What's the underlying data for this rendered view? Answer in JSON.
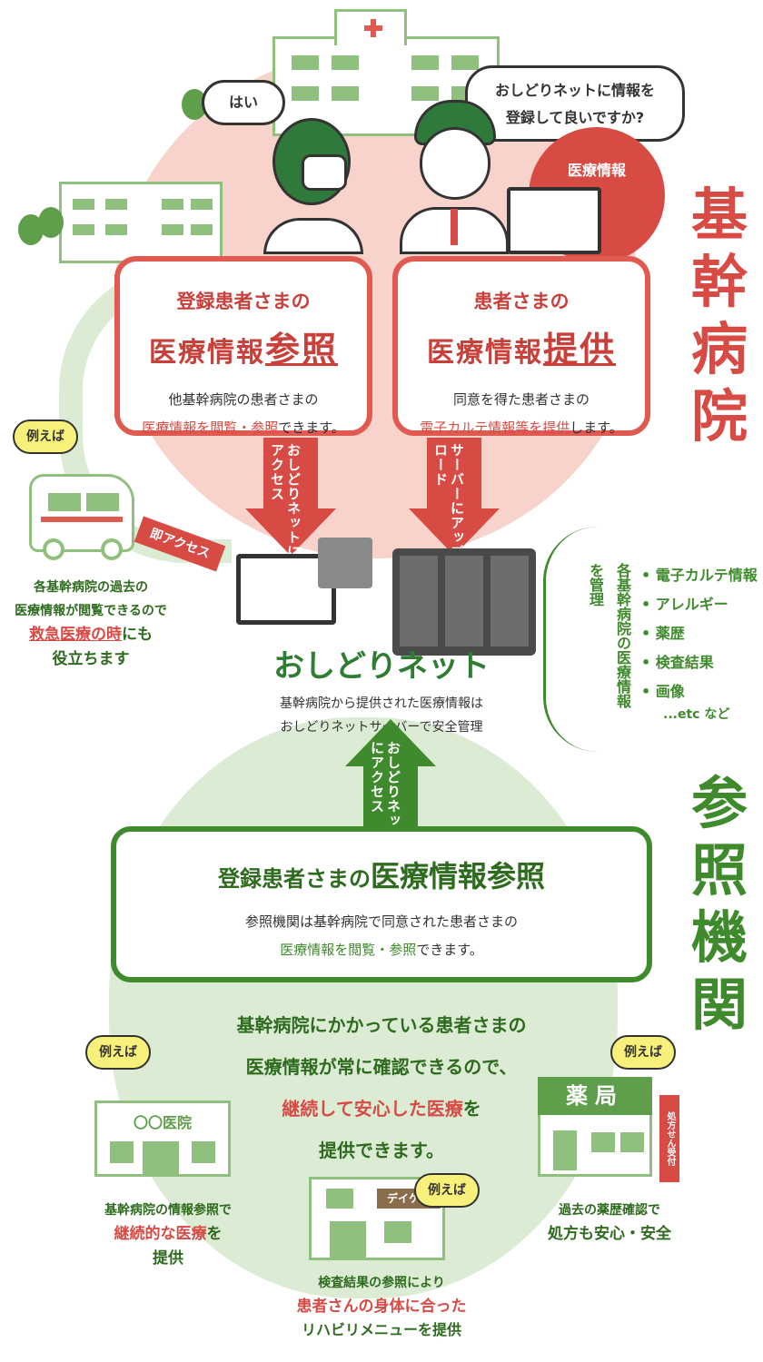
{
  "titles": {
    "core_hospital": "基幹病院",
    "reference_org": "参照機関"
  },
  "speech": {
    "nurse": "はい",
    "doctor_line1": "おしどりネットに情報を",
    "doctor_line2": "登録して良いですか?"
  },
  "medical_info_badge": "医療情報",
  "box_left": {
    "line1": "登録患者さまの",
    "line2_plain": "医療情報",
    "line2_emph": "参照",
    "desc1": "他基幹病院の患者さまの",
    "desc2_red": "医療情報を閲覧・参照",
    "desc2_rest": "できます。"
  },
  "box_right": {
    "line1": "患者さまの",
    "line2_plain": "医療情報",
    "line2_emph": "提供",
    "desc1": "同意を得た患者さまの",
    "desc2_red": "電子カルテ情報等を提供",
    "desc2_rest": "します。"
  },
  "arrows": {
    "left_down": "おしどりネットにアクセス",
    "right_down": "サーバーにアップロード",
    "up": "おしどりネットにアクセス",
    "ambulance": "即アクセス"
  },
  "ambulance_example": {
    "badge": "例えば",
    "line1": "各基幹病院の過去の",
    "line2": "医療情報が閲覧できるので",
    "emph": "救急医療の時",
    "emph_suffix": "にも",
    "line4": "役立ちます"
  },
  "center": {
    "logo": "おしどりネット",
    "desc1": "基幹病院から提供された医療情報は",
    "desc2": "おしどりネットサーバーで安全管理"
  },
  "managed": {
    "vertical_label": "各基幹病院の医療情報を管理",
    "items": [
      "電子カルテ情報",
      "アレルギー",
      "薬歴",
      "検査結果",
      "画像"
    ],
    "etc": "...etc など"
  },
  "box_green": {
    "line_plain": "登録患者さまの",
    "line_emph": "医療情報参照",
    "desc1": "参照機関は基幹病院で同意された患者さまの",
    "desc2_green": "医療情報を閲覧・参照",
    "desc2_rest": "できます。"
  },
  "benefit": {
    "line1": "基幹病院にかかっている患者さまの",
    "line2": "医療情報が常に確認できるので、",
    "line3_red": "継続して安心した医療",
    "line3_rest": "を",
    "line4": "提供できます。"
  },
  "clinic": {
    "badge": "例えば",
    "sign": "〇〇医院",
    "cap1": "基幹病院の情報参照で",
    "cap2_red": "継続的な医療",
    "cap2_rest": "を",
    "cap3": "提供"
  },
  "daycare": {
    "badge": "例えば",
    "sign": "デイケア",
    "cap1": "検査結果の参照により",
    "cap2_red": "患者さんの身体に合った",
    "cap3": "リハビリメニューを提供"
  },
  "pharmacy": {
    "badge": "例えば",
    "sign": "薬局",
    "side_sign": "処方せん受付",
    "cap1": "過去の薬歴確認で",
    "cap2": "処方も安心・安全"
  },
  "colors": {
    "red": "#d84b45",
    "green": "#3f8a2c",
    "pink_bg": "#f7d3cc",
    "green_bg": "#dcecd4"
  }
}
